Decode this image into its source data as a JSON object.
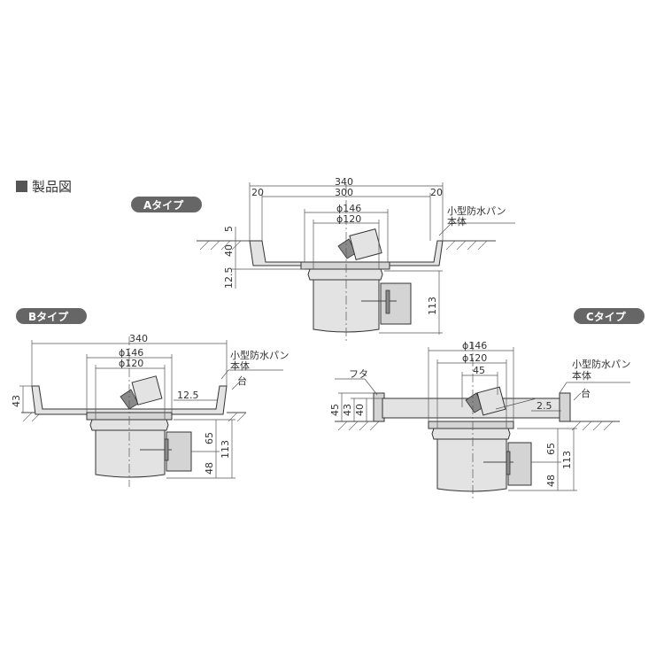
{
  "header": {
    "icon": "square-bullet-icon",
    "title": "製品図"
  },
  "type_a": {
    "label": "Aタイプ",
    "dim_overall": "340",
    "dim_inner": "300",
    "dim_left_margin": "20",
    "dim_right_margin": "20",
    "dim_outer_dia": "ϕ146",
    "dim_inner_dia": "ϕ120",
    "dim_flange_small": "5",
    "dim_depth": "40",
    "dim_rim": "12.5",
    "dim_body": "113",
    "callout_line1": "小型防水パン",
    "callout_line2": "本体"
  },
  "type_b": {
    "label": "Bタイプ",
    "dim_overall": "340",
    "dim_outer_dia": "ϕ146",
    "dim_inner_dia": "ϕ120",
    "dim_height": "43",
    "dim_rim": "12.5",
    "dim_outlet": "65",
    "dim_outlet_low": "48",
    "dim_body": "113",
    "callout_line1": "小型防水パン",
    "callout_line2": "本体",
    "callout_base": "台"
  },
  "type_c": {
    "label": "Cタイプ",
    "dim_outer_dia": "ϕ146",
    "dim_inner_dia": "ϕ120",
    "dim_45_top": "45",
    "dim_total": "45",
    "dim_mid": "43",
    "dim_depth": "40",
    "dim_rim": "2.5",
    "dim_outlet": "65",
    "dim_outlet_low": "48",
    "dim_body": "113",
    "callout_lid": "フタ",
    "callout_line1": "小型防水パン",
    "callout_line2": "本体",
    "callout_base": "台"
  }
}
